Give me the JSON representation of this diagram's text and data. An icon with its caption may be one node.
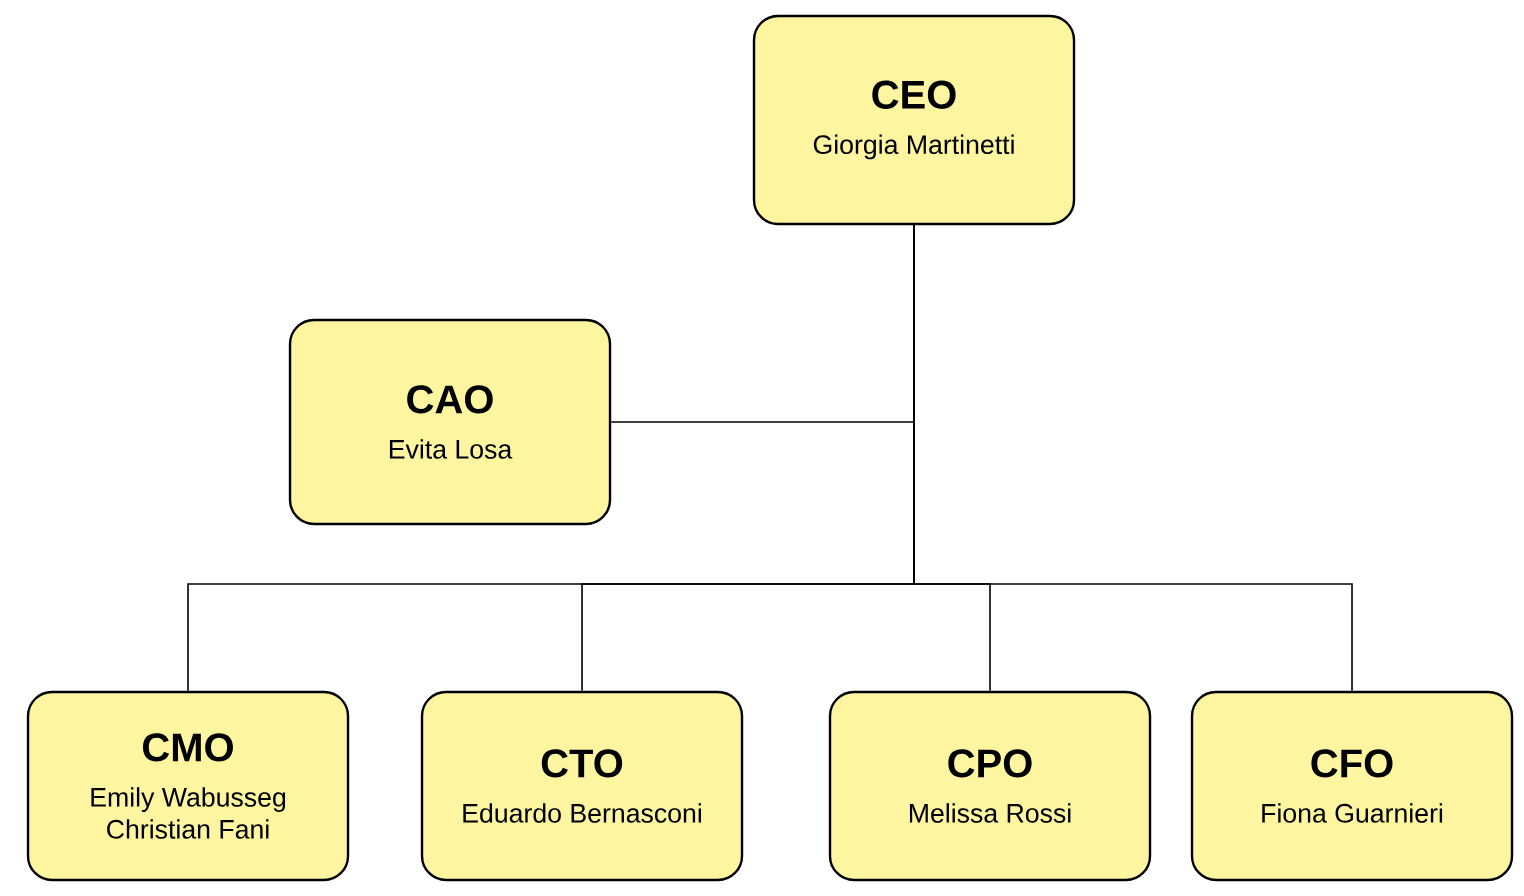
{
  "diagram": {
    "nodes": [
      {
        "text": [
          "CEO",
          "Giorgia Martinetti"
        ]
      },
      {
        "text": [
          "CAO",
          "Evita Losa"
        ]
      },
      {
        "text": [
          "CMO",
          "Emily Wabusseg",
          "Christian Fani"
        ]
      },
      {
        "text": [
          "CTO",
          "Eduardo Bernasconi"
        ]
      },
      {
        "text": [
          "CPO",
          "Melissa Rossi"
        ]
      },
      {
        "text": [
          "CFO",
          "Fiona Guarnieri"
        ]
      }
    ],
    "edges": [
      {
        "from": 0,
        "to": 1,
        "arrow": "none"
      },
      {
        "from": 0,
        "to": 2,
        "arrow": "none"
      },
      {
        "from": 0,
        "to": 3,
        "arrow": "none"
      },
      {
        "from": 0,
        "to": 4,
        "arrow": "none"
      },
      {
        "from": 0,
        "to": 5,
        "arrow": "none"
      }
    ]
  }
}
